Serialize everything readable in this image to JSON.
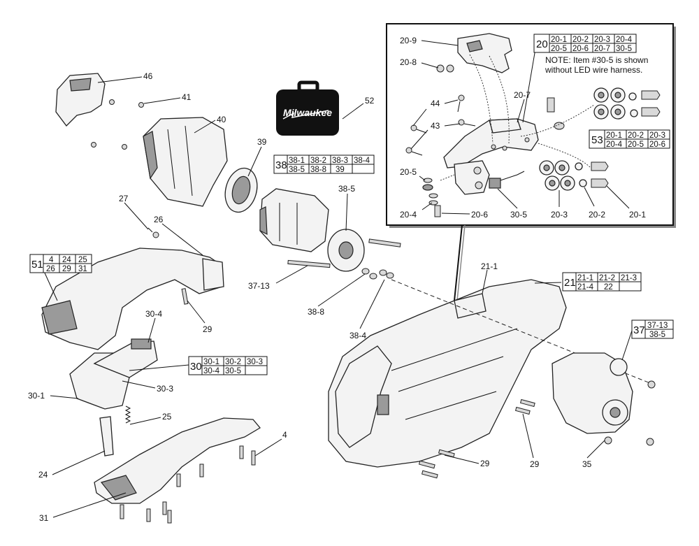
{
  "callouts": [
    "46",
    "41",
    "40",
    "52",
    "39",
    "27",
    "26",
    "38-5",
    "37-13",
    "38-8",
    "38-4",
    "29",
    "51",
    "30-4",
    "30-3",
    "30-1",
    "25",
    "24",
    "31",
    "4",
    "21-1",
    "29",
    "29",
    "35",
    "20-9",
    "20-8",
    "20-7",
    "44",
    "43",
    "20-5",
    "20-4",
    "20-6",
    "30-5",
    "20-3",
    "20-2",
    "20-1"
  ],
  "tables": {
    "t38": {
      "key": "38",
      "rows": [
        [
          "38-1",
          "38-2",
          "38-3",
          "38-4"
        ],
        [
          "38-5",
          "38-8",
          "39",
          ""
        ]
      ]
    },
    "t51": {
      "key": "51",
      "rows": [
        [
          "4",
          "24",
          "25"
        ],
        [
          "26",
          "29",
          "31"
        ]
      ]
    },
    "t30": {
      "key": "30",
      "rows": [
        [
          "30-1",
          "30-2",
          "30-3"
        ],
        [
          "30-4",
          "30-5",
          ""
        ]
      ]
    },
    "t21": {
      "key": "21",
      "rows": [
        [
          "21-1",
          "21-2",
          "21-3"
        ],
        [
          "21-4",
          "22",
          ""
        ]
      ]
    },
    "t37": {
      "key": "37",
      "rows": [
        [
          "37-13"
        ],
        [
          "38-5"
        ]
      ]
    },
    "t20": {
      "key": "20",
      "rows": [
        [
          "20-1",
          "20-2",
          "20-3",
          "20-4"
        ],
        [
          "20-5",
          "20-6",
          "20-7",
          "30-5"
        ]
      ]
    },
    "t53": {
      "key": "53",
      "rows": [
        [
          "20-1",
          "20-2",
          "20-3"
        ],
        [
          "20-4",
          "20-5",
          "20-6"
        ]
      ]
    }
  },
  "note": {
    "line1": "NOTE: Item #30-5 is shown",
    "line2": "without LED wire harness."
  },
  "logo": "Milwaukee"
}
